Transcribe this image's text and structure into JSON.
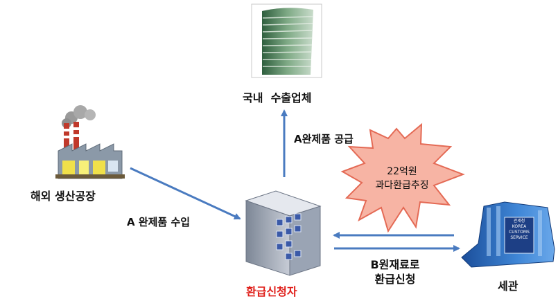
{
  "nodes": {
    "exporter": "국내  수출업체",
    "factory": "해외 생산공장",
    "applicant": "환급신청자",
    "customs": "세관"
  },
  "edges": {
    "supply": "A완제품 공급",
    "import": "A 완제품 수입",
    "refund_line1": "B원재료로",
    "refund_line2": "환급신청"
  },
  "burst": {
    "line1": "22억원",
    "line2": "과다환급추징"
  },
  "customs_sign": {
    "line1": "관세청",
    "line2": "KOREA",
    "line3": "CUSTOMS",
    "line4": "SERVICE"
  },
  "colors": {
    "arrow": "#4a7bc0",
    "applicant_label": "#e0201b",
    "burst_fill": "#f7b4a4",
    "burst_stroke": "#e46a55"
  }
}
